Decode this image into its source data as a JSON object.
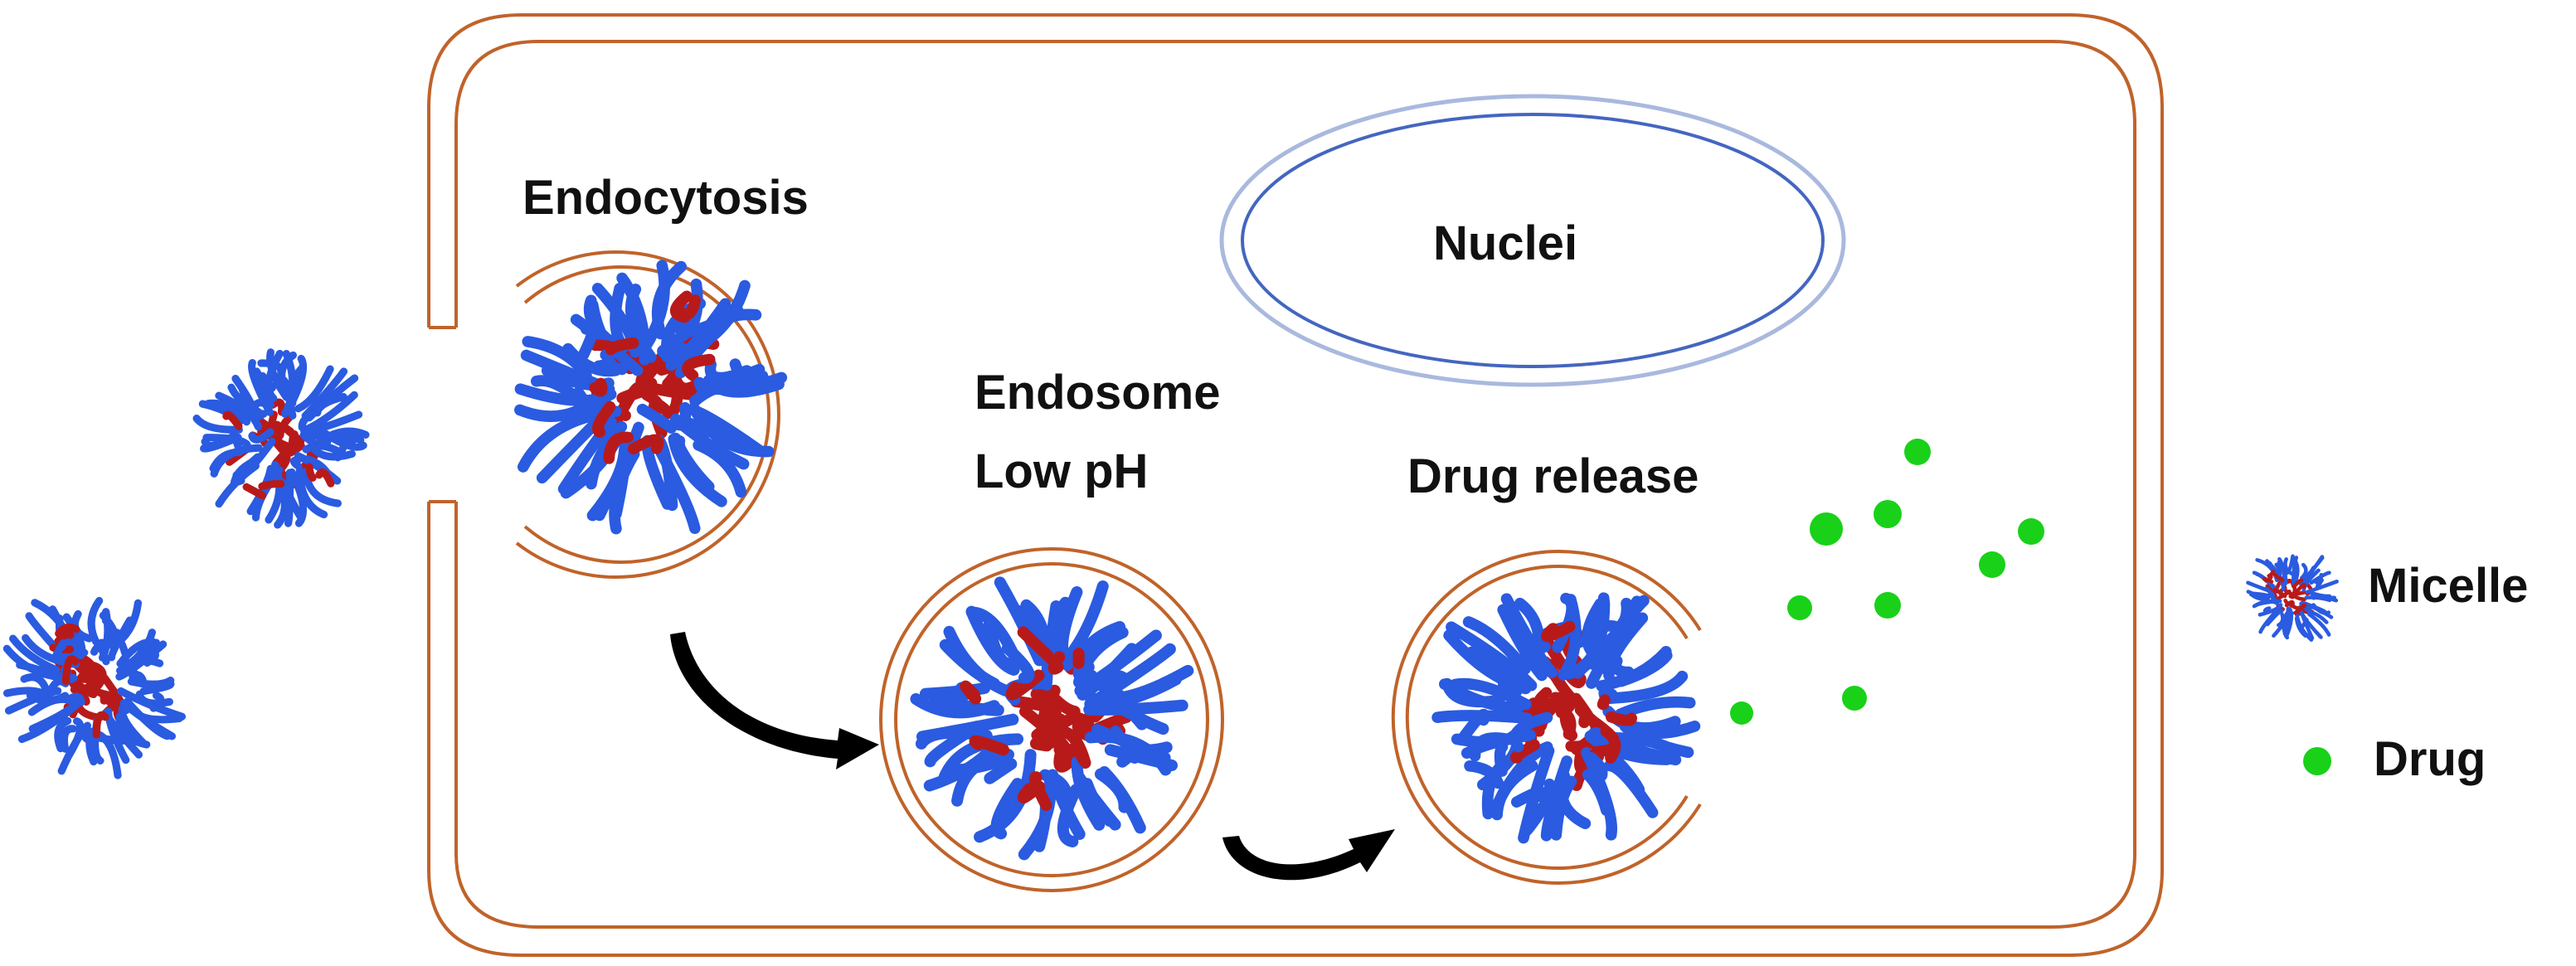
{
  "labels": {
    "endocytosis": "Endocytosis",
    "nuclei": "Nuclei",
    "endosome_line1": "Endosome",
    "endosome_line2": "Low pH",
    "drug_release": "Drug release"
  },
  "legend": {
    "micelle": "Micelle",
    "drug": "Drug"
  },
  "colors": {
    "membrane": "#C0632A",
    "nucleus_outer": "#A9B9DE",
    "nucleus_inner": "#4466C0",
    "micelle_shell": "#2A5BE0",
    "micelle_core": "#B81A1A",
    "drug": "#19D119",
    "arrow": "#000000"
  },
  "icons": {
    "micelle": "micelle-icon",
    "drug": "drug-dot-icon",
    "arrow": "curved-arrow-icon"
  }
}
